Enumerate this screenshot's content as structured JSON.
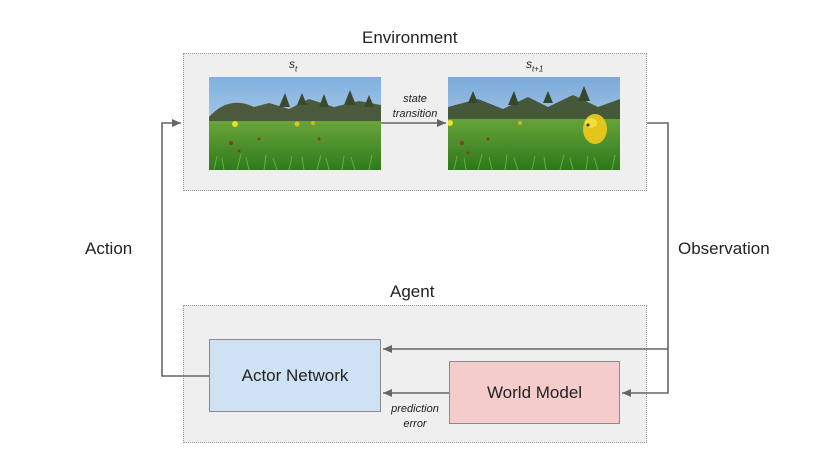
{
  "environment": {
    "title": "Environment",
    "state_label": "s",
    "state_sub": "t",
    "next_state_label": "s",
    "next_state_sub": "t+1",
    "transition_line1": "state",
    "transition_line2": "transition"
  },
  "agent": {
    "title": "Agent",
    "actor_network": "Actor Network",
    "world_model": "World Model",
    "error_line1": "prediction",
    "error_line2": "error"
  },
  "edges": {
    "action": "Action",
    "observation": "Observation"
  },
  "colors": {
    "region_fill": "#efefef",
    "actor_fill": "#cfe2f3",
    "world_fill": "#f4cccc",
    "arrow": "#666666"
  },
  "icons": [
    "game-frame-scene-image",
    "yellow-creature-icon"
  ]
}
